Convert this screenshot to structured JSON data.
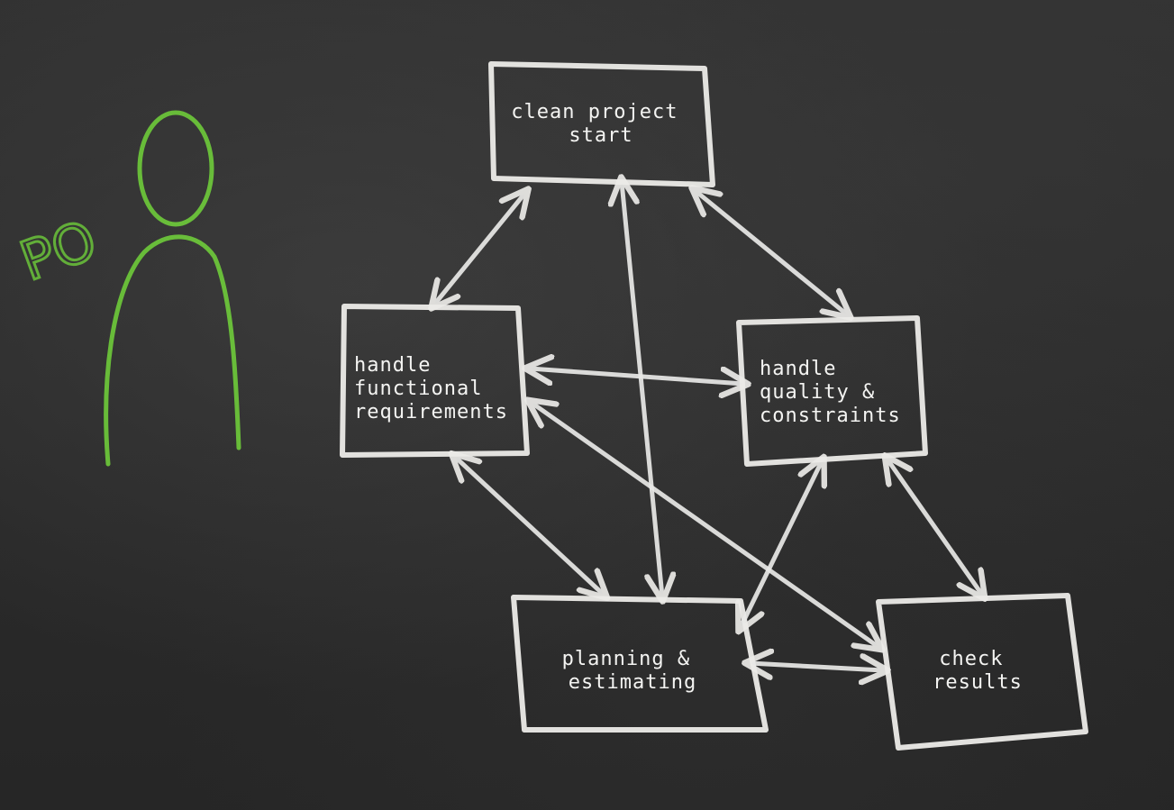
{
  "nodes": {
    "clean_project_start": {
      "line1": "clean project",
      "line2": "start"
    },
    "handle_functional": {
      "line1": "handle",
      "line2": "functional",
      "line3": "requirements"
    },
    "handle_quality": {
      "line1": "handle",
      "line2": "quality &",
      "line3": "constraints"
    },
    "planning": {
      "line1": "planning &",
      "line2": "estimating"
    },
    "check_results": {
      "line1": "check",
      "line2": "results"
    }
  },
  "person": {
    "initials": "PO"
  },
  "colors": {
    "chalk": "#ecebe8",
    "person": "#6bc43a",
    "board": "#2b2b2b"
  }
}
